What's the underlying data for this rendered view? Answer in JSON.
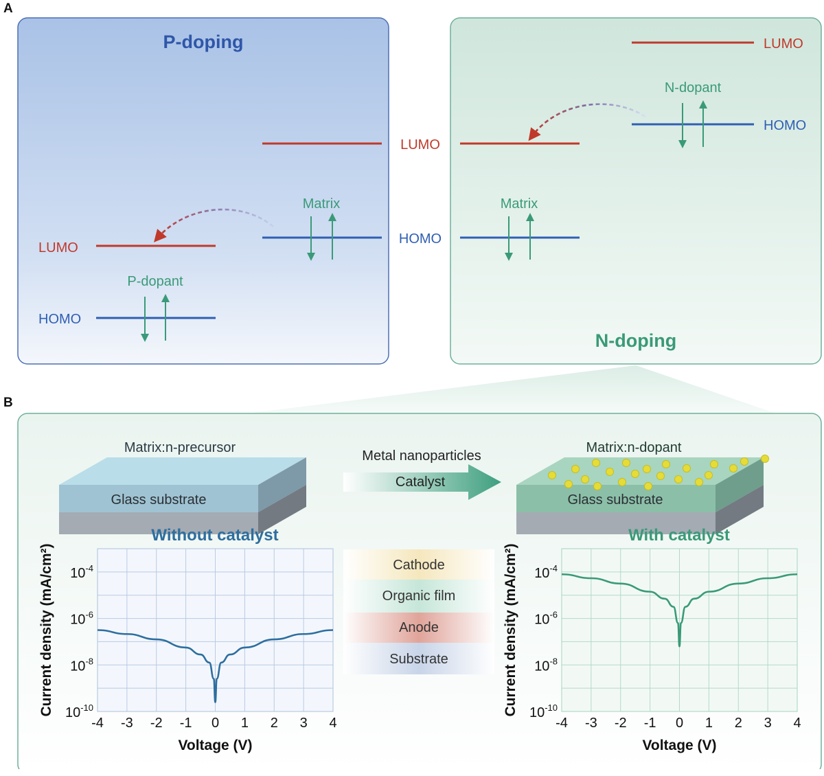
{
  "panel_a": {
    "letter": "A",
    "p_doping": {
      "title": "P-doping",
      "dopant_label": "P-dopant",
      "dopant_lumo": "LUMO",
      "dopant_homo": "HOMO",
      "matrix_label": "Matrix"
    },
    "center": {
      "lumo": "LUMO",
      "homo": "HOMO"
    },
    "n_doping": {
      "title": "N-doping",
      "dopant_label": "N-dopant",
      "dopant_lumo": "LUMO",
      "dopant_homo": "HOMO",
      "matrix_label": "Matrix"
    }
  },
  "panel_b": {
    "letter": "B",
    "left_film": {
      "top_label": "Matrix:n-precursor",
      "substrate_label": "Glass substrate"
    },
    "process": {
      "top_label": "Metal nanoparticles",
      "arrow_label": "Catalyst"
    },
    "right_film": {
      "top_label": "Matrix:n-dopant",
      "substrate_label": "Glass substrate"
    },
    "device_stack": [
      "Cathode",
      "Organic film",
      "Anode",
      "Substrate"
    ]
  },
  "colors": {
    "lumo": "#c0392b",
    "homo": "#2f5fb3",
    "green": "#3a9a78",
    "p_title": "#2f56a8",
    "n_title": "#3a9a78",
    "curve_blue": "#2e6e9e",
    "curve_green": "#3a9a78"
  },
  "chart_data": [
    {
      "type": "line",
      "title": "Without catalyst",
      "xlabel": "Voltage (V)",
      "ylabel": "Current density (mA/cm²)",
      "xlim": [
        -4,
        4
      ],
      "ylim_log10": [
        -10,
        -3
      ],
      "xticks": [
        "-4",
        "-3",
        "-2",
        "-1",
        "0",
        "1",
        "2",
        "3",
        "4"
      ],
      "yticks": [
        {
          "base": "10",
          "exp": "-4"
        },
        {
          "base": "10",
          "exp": "-6"
        },
        {
          "base": "10",
          "exp": "-8"
        },
        {
          "base": "10",
          "exp": "-10"
        }
      ],
      "yscale": "log",
      "grid": true,
      "series": [
        {
          "x": [
            -4,
            -3,
            -2,
            -1,
            -0.5,
            -0.2,
            -0.05,
            0,
            0.05,
            0.2,
            0.5,
            1,
            2,
            3,
            4
          ],
          "y_log10": [
            -6.5,
            -6.67,
            -6.9,
            -7.25,
            -7.55,
            -7.9,
            -8.6,
            -9.6,
            -8.6,
            -7.9,
            -7.55,
            -7.25,
            -6.9,
            -6.67,
            -6.5
          ]
        }
      ]
    },
    {
      "type": "line",
      "title": "With catalyst",
      "xlabel": "Voltage (V)",
      "ylabel": "Current density (mA/cm²)",
      "xlim": [
        -4,
        4
      ],
      "ylim_log10": [
        -10,
        -3
      ],
      "xticks": [
        "-4",
        "-3",
        "-2",
        "-1",
        "0",
        "1",
        "2",
        "3",
        "4"
      ],
      "yticks": [
        {
          "base": "10",
          "exp": "-4"
        },
        {
          "base": "10",
          "exp": "-6"
        },
        {
          "base": "10",
          "exp": "-8"
        },
        {
          "base": "10",
          "exp": "-10"
        }
      ],
      "yscale": "log",
      "grid": true,
      "series": [
        {
          "x": [
            -4,
            -3,
            -2,
            -1,
            -0.5,
            -0.2,
            -0.05,
            0,
            0.05,
            0.2,
            0.5,
            1,
            2,
            3,
            4
          ],
          "y_log10": [
            -4.1,
            -4.27,
            -4.5,
            -4.85,
            -5.15,
            -5.5,
            -6.2,
            -7.2,
            -6.2,
            -5.5,
            -5.15,
            -4.85,
            -4.5,
            -4.27,
            -4.1
          ]
        }
      ]
    }
  ]
}
